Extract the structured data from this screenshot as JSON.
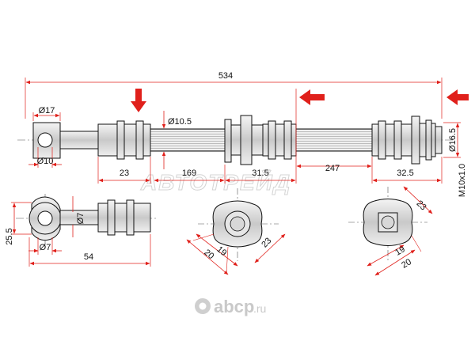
{
  "dimensions": {
    "total_length": "534",
    "eye_outer_dia": "Ø17",
    "eye_inner_dia": "Ø10",
    "tube_dia": "Ø10.5",
    "fitting_left_len": "23",
    "hose_seg_1": "169",
    "fitting_mid_len": "31.5",
    "hose_seg_2": "247",
    "fitting_right_len": "32.5",
    "end_dia": "Ø16.5",
    "thread": "M10x1.0",
    "side_height": "25.5",
    "side_hole_a": "Ø7",
    "side_hole_b": "Ø7",
    "side_length": "54",
    "hex_mid_a": "19",
    "hex_mid_b": "20",
    "hex_mid_c": "23",
    "hex_right_a": "23",
    "hex_right_b": "19",
    "hex_right_c": "20"
  },
  "watermark": "АВТОТРЕЙД",
  "brand": {
    "name": "abcp",
    "tld": ".ru"
  },
  "colors": {
    "arrow": "#e0201b",
    "line": "#111111",
    "dim": "#e0201b",
    "hose": "#c8c8c8"
  }
}
